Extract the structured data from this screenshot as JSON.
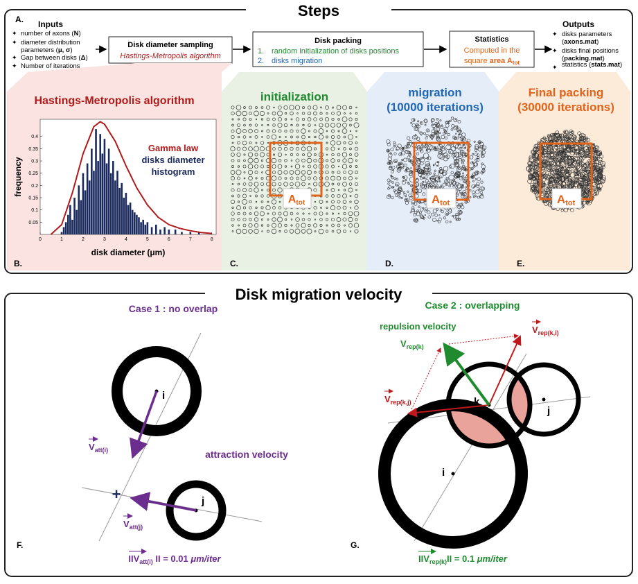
{
  "top_title": "Steps",
  "bottom_title": "Disk migration velocity",
  "panel_letters": {
    "A": "A.",
    "B": "B.",
    "C": "C.",
    "D": "D.",
    "E": "E.",
    "F": "F.",
    "G": "G."
  },
  "inputs": {
    "title": "Inputs",
    "items": [
      {
        "pre": "number of axons (",
        "bold": "N",
        "post": ")"
      },
      {
        "pre": "diameter distribution",
        "bold": "",
        "post": ""
      },
      {
        "pre": "parameters (",
        "bold": "μ, σ",
        "post": ")"
      },
      {
        "pre": "Gap between disks (",
        "bold": "Δ",
        "post": ")"
      },
      {
        "pre": "Number of iterations",
        "bold": "",
        "post": ""
      }
    ],
    "bullet": "✦"
  },
  "sampling_box": {
    "title": "Disk diameter sampling",
    "subtitle": "Hastings-Metropolis algorithm"
  },
  "packing_box": {
    "title": "Disk packing",
    "items": [
      {
        "num": "1.",
        "text": "random initialization of disks positions"
      },
      {
        "num": "2.",
        "text": "disks migration"
      }
    ]
  },
  "stats_box": {
    "title": "Statistics",
    "line1": "Computed in the",
    "line2_pre": "square ",
    "line2_bold": "area A",
    "line2_sub": "tot"
  },
  "outputs": {
    "title": "Outputs",
    "items": [
      {
        "text": "disks parameters",
        "file": "axons.mat"
      },
      {
        "text": "disks final positions",
        "file": "packing.mat"
      },
      {
        "text": "statistics (",
        "file": "stats.mat"
      }
    ]
  },
  "panel_B": {
    "title": "Hastings-Metropolis algorithm",
    "ylabel": "frequency",
    "xlabel": "disk diameter (μm)",
    "legend_gamma": "Gamma law",
    "legend_hist_1": "disks diameter",
    "legend_hist_2": "histogram"
  },
  "panel_C": {
    "title": "initialization",
    "area_label": "A",
    "area_sub": "tot"
  },
  "panel_D": {
    "title_1": "migration",
    "title_2": "(10000 iterations)",
    "area_label": "A",
    "area_sub": "tot"
  },
  "panel_E": {
    "title_1": "Final packing",
    "title_2": "(30000 iterations)",
    "area_label": "A",
    "area_sub": "tot"
  },
  "panel_F": {
    "case": "Case 1 : no overlap",
    "label_i": "i",
    "label_j": "j",
    "v_att_i": "V",
    "v_att_i_sub": "att(i)",
    "v_att_j": "V",
    "v_att_j_sub": "att(j)",
    "attraction": "attraction velocity",
    "norm_pre": "IIV",
    "norm_sub": "att(i)",
    "norm_post": " II = 0.01 ",
    "norm_unit": "μm/iter"
  },
  "panel_G": {
    "case": "Case 2 : overlapping",
    "repulsion": "repulsion velocity",
    "label_i": "i",
    "label_j": "j",
    "label_k": "k",
    "v_rep_k": "V",
    "v_rep_k_sub": "rep(k)",
    "v_rep_ki": "V",
    "v_rep_ki_sub": "rep(k,i)",
    "v_rep_kj": "V",
    "v_rep_kj_sub": "rep(k,j)",
    "norm_pre": "IIV",
    "norm_sub": "rep(k)",
    "norm_post": "II = 0.1 ",
    "norm_unit": "μm/iter"
  },
  "chart_data": {
    "type": "bar",
    "xlabel": "disk diameter (μm)",
    "ylabel": "frequency",
    "xlim": [
      0,
      8.2
    ],
    "ylim": [
      0,
      0.47
    ],
    "xticks": [
      0,
      1,
      2,
      3,
      4,
      5,
      6,
      7,
      8
    ],
    "yticks": [
      0.05,
      0.1,
      0.15,
      0.2,
      0.25,
      0.3,
      0.35,
      0.4
    ],
    "series": [
      {
        "name": "disks diameter histogram",
        "type": "bar",
        "x": [
          1.0,
          1.1,
          1.2,
          1.3,
          1.4,
          1.5,
          1.6,
          1.7,
          1.8,
          1.9,
          2.0,
          2.1,
          2.2,
          2.3,
          2.4,
          2.5,
          2.6,
          2.7,
          2.8,
          2.9,
          3.0,
          3.1,
          3.2,
          3.3,
          3.4,
          3.5,
          3.6,
          3.7,
          3.8,
          3.9,
          4.0,
          4.1,
          4.2,
          4.3,
          4.4,
          4.5,
          4.6,
          4.7,
          4.8,
          4.9,
          5.0,
          5.2,
          5.4,
          5.6,
          5.8,
          6.0,
          6.3,
          6.6,
          7.0,
          7.4
        ],
        "y": [
          0.01,
          0.03,
          0.05,
          0.08,
          0.12,
          0.06,
          0.15,
          0.1,
          0.2,
          0.14,
          0.25,
          0.18,
          0.29,
          0.22,
          0.35,
          0.26,
          0.43,
          0.3,
          0.41,
          0.33,
          0.39,
          0.29,
          0.35,
          0.25,
          0.3,
          0.22,
          0.26,
          0.19,
          0.21,
          0.15,
          0.17,
          0.12,
          0.13,
          0.1,
          0.09,
          0.08,
          0.07,
          0.05,
          0.06,
          0.04,
          0.05,
          0.03,
          0.04,
          0.02,
          0.03,
          0.02,
          0.02,
          0.01,
          0.01,
          0.01
        ]
      },
      {
        "name": "Gamma law",
        "type": "line",
        "x": [
          0.5,
          1.0,
          1.5,
          2.0,
          2.5,
          2.8,
          3.0,
          3.5,
          4.0,
          4.5,
          5.0,
          5.5,
          6.0,
          6.5,
          7.0,
          7.5,
          8.0
        ],
        "y": [
          0.0,
          0.04,
          0.17,
          0.33,
          0.44,
          0.46,
          0.45,
          0.38,
          0.28,
          0.19,
          0.12,
          0.07,
          0.04,
          0.025,
          0.015,
          0.008,
          0.004
        ]
      }
    ]
  },
  "colors": {
    "dark_red": "#b01a1a",
    "green": "#1f8a2e",
    "blue": "#1f66b5",
    "orange": "#e0641c",
    "purple": "#6b2d8e",
    "navy": "#1b2a5e",
    "rep_red": "#c0181c"
  }
}
